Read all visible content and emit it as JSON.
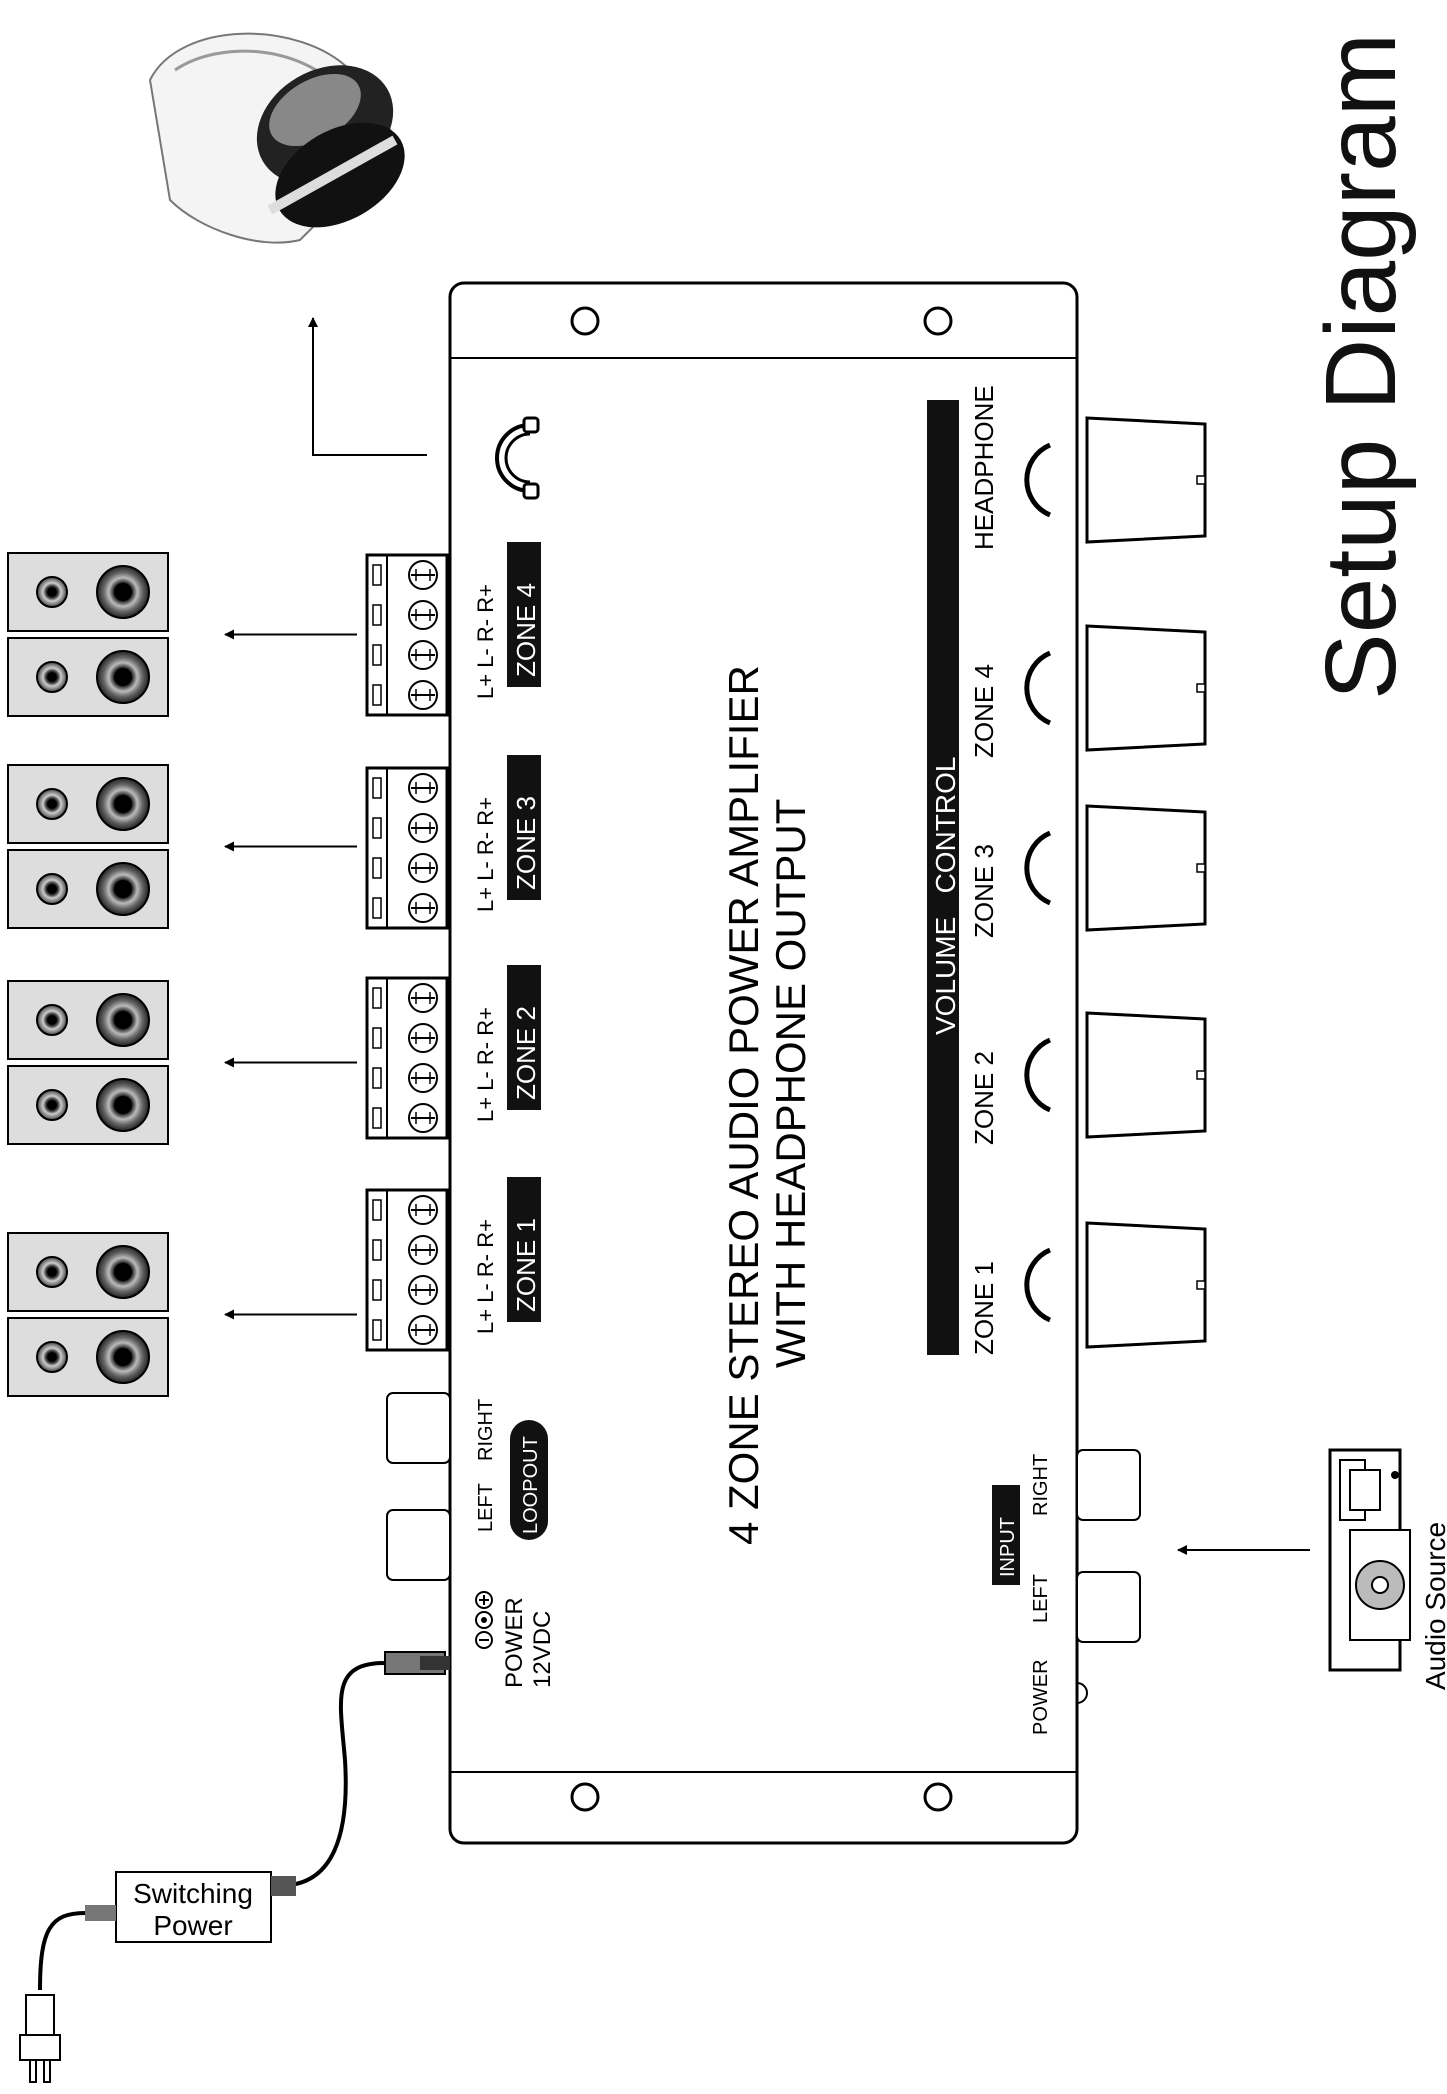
{
  "title": "Setup Diagram",
  "device": {
    "title_line1": "4  ZONE  STEREO  AUDIO  POWER  AMPLIFIER",
    "title_line2": "WITH  HEADPHONE  OUTPUT",
    "power_label": "POWER",
    "power_voltage": "12VDC",
    "loopout_label": "LOOPOUT",
    "loopout_left": "LEFT",
    "loopout_right": "RIGHT",
    "input_label": "INPUT",
    "input_left": "LEFT",
    "input_right": "RIGHT",
    "power_led_label": "POWER",
    "volume_control_label": "VOLUME   CONTROL",
    "terminal_pins": "L+  L-  R-  R+",
    "zones": [
      "ZONE 1",
      "ZONE 2",
      "ZONE 3",
      "ZONE 4"
    ],
    "knobs": [
      "ZONE 1",
      "ZONE 2",
      "ZONE 3",
      "ZONE 4",
      "HEADPHONE"
    ]
  },
  "switching_power_line1": "Switching",
  "switching_power_line2": "Power",
  "audio_source_label": "Audio Source"
}
